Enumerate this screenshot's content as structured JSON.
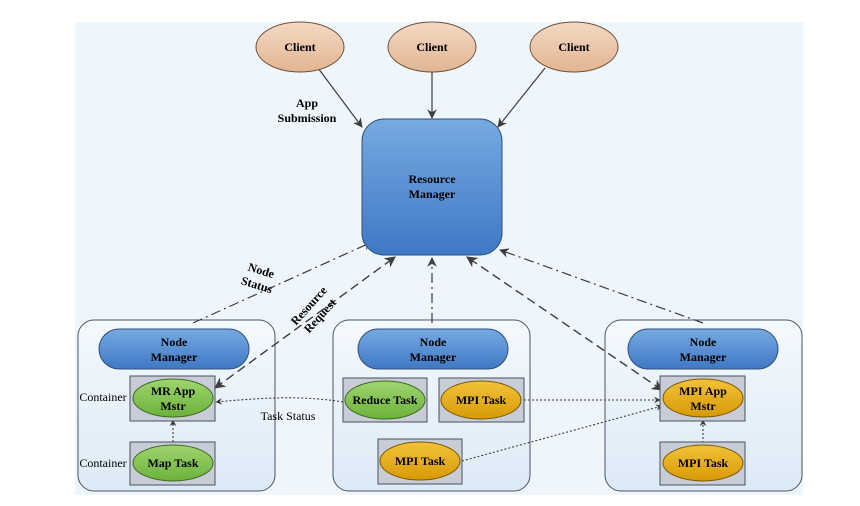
{
  "clients": [
    {
      "label": "Client"
    },
    {
      "label": "Client"
    },
    {
      "label": "Client"
    }
  ],
  "resource_manager": {
    "line1": "Resource",
    "line2": "Manager"
  },
  "edge_labels": {
    "app_submission_1": "App",
    "app_submission_2": "Submission",
    "node_status_1": "Node",
    "node_status_2": "Status",
    "resource_request_1": "Resource",
    "resource_request_2": "Request",
    "task_status": "Task Status"
  },
  "nodes": [
    {
      "manager_1": "Node",
      "manager_2": "Manager",
      "container_label_1": "Container",
      "container_label_2": "Container",
      "app_master_1": "MR App",
      "app_master_2": "Mstr",
      "task": "Map Task"
    },
    {
      "manager_1": "Node",
      "manager_2": "Manager",
      "reduce_task": "Reduce Task",
      "mpi_task_top": "MPI Task",
      "mpi_task_bottom": "MPI Task"
    },
    {
      "manager_1": "Node",
      "manager_2": "Manager",
      "app_master_1": "MPI App",
      "app_master_2": "Mstr",
      "task": "MPI Task"
    }
  ],
  "colors": {
    "background_panel": "#eef5fb",
    "client_fill": "#e8c3a5",
    "manager_fill": "#5b93d3",
    "green_task": "#84c553",
    "yellow_task": "#e6ac12",
    "container_fill": "#c8ccd6"
  }
}
